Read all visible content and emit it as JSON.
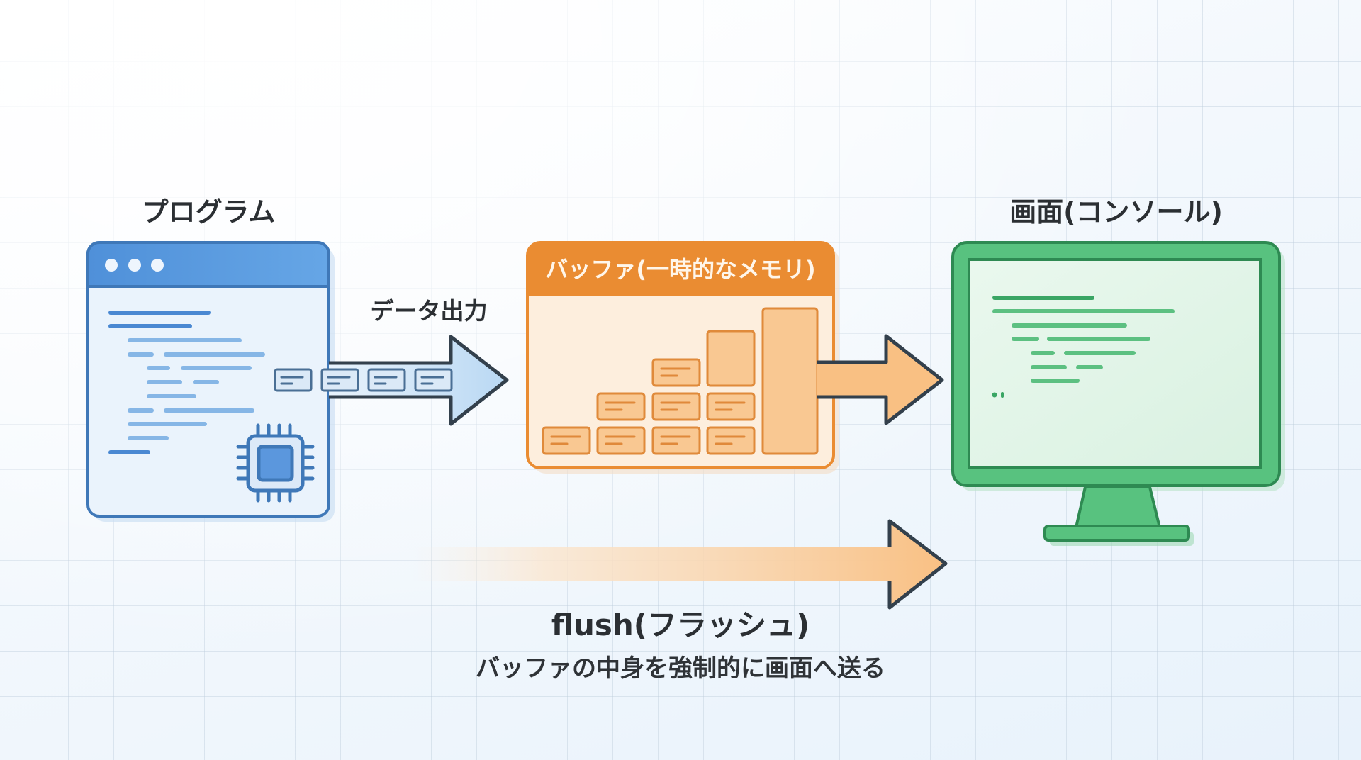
{
  "program": {
    "title": "プログラム",
    "window_dots": 3,
    "icon": "cpu-chip-icon"
  },
  "data_output": {
    "label": "データ出力",
    "packets": 4
  },
  "buffer": {
    "title": "バッファ(一時的なメモリ)",
    "block_columns": [
      1,
      2,
      3,
      "3+tall",
      "full"
    ]
  },
  "console": {
    "title": "画面(コンソール)",
    "icon": "monitor-icon"
  },
  "flush": {
    "title": "flush(フラッシュ)",
    "description": "バッファの中身を強制的に画面へ送る"
  },
  "colors": {
    "program_blue": "#5b9fe0",
    "program_border": "#3f78b8",
    "buffer_orange": "#ea8c32",
    "buffer_fill": "#fdebd6",
    "block_fill": "#f9c48d",
    "console_green": "#58c27f",
    "console_border": "#2e8a52",
    "console_screen": "#e2f5e8",
    "arrow_outline": "#33404c",
    "text": "#2b2f33"
  }
}
